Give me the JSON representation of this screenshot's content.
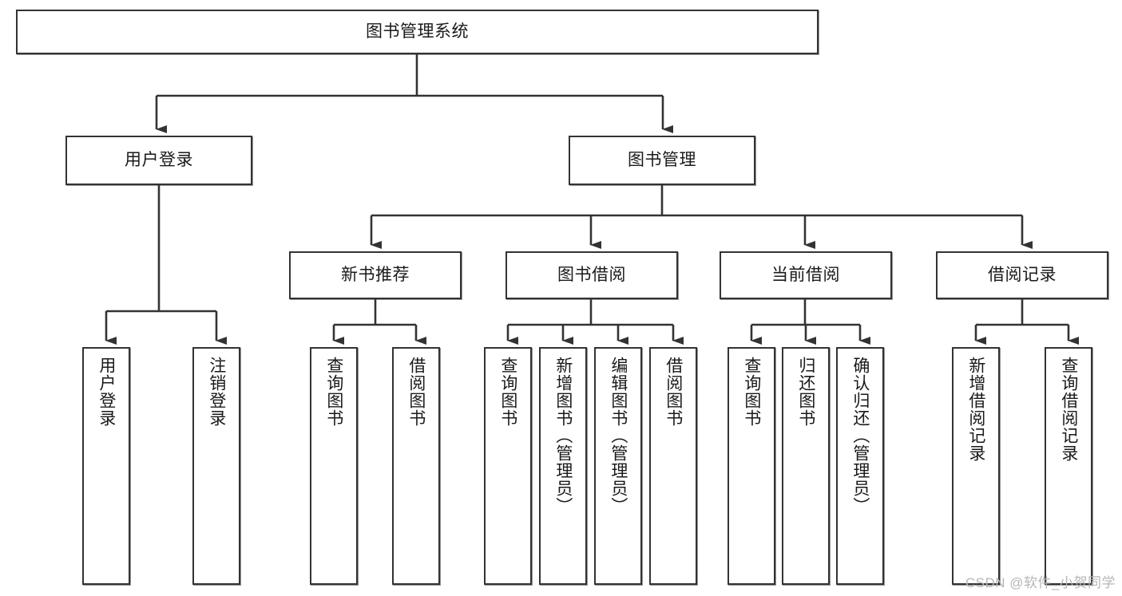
{
  "diagram": {
    "type": "tree-hierarchy",
    "title": "图书管理系统",
    "watermark": "CSDN @软件_小贺同学",
    "colors": {
      "background": "#ffffff",
      "node_border": "#333333",
      "node_fill": "#ffffff",
      "edge": "#333333",
      "text": "#1a1a1a",
      "watermark": "#b6b6b6"
    },
    "nodes": {
      "root": {
        "label": "图书管理系统"
      },
      "level2": [
        {
          "label": "用户登录"
        },
        {
          "label": "图书管理"
        }
      ],
      "level3": [
        {
          "label": "新书推荐"
        },
        {
          "label": "图书借阅"
        },
        {
          "label": "当前借阅"
        },
        {
          "label": "借阅记录"
        }
      ],
      "leaves_user_login": [
        {
          "label": "用户登录"
        },
        {
          "label": "注销登录"
        }
      ],
      "leaves_new_book": [
        {
          "label": "查询图书"
        },
        {
          "label": "借阅图书"
        }
      ],
      "leaves_borrow": [
        {
          "label": "查询图书"
        },
        {
          "label": "新增图书（管理员）"
        },
        {
          "label": "编辑图书（管理员）"
        },
        {
          "label": "借阅图书"
        }
      ],
      "leaves_current": [
        {
          "label": "查询图书"
        },
        {
          "label": "归还图书"
        },
        {
          "label": "确认归还（管理员）"
        }
      ],
      "leaves_records": [
        {
          "label": "新增借阅记录"
        },
        {
          "label": "查询借阅记录"
        }
      ]
    }
  }
}
